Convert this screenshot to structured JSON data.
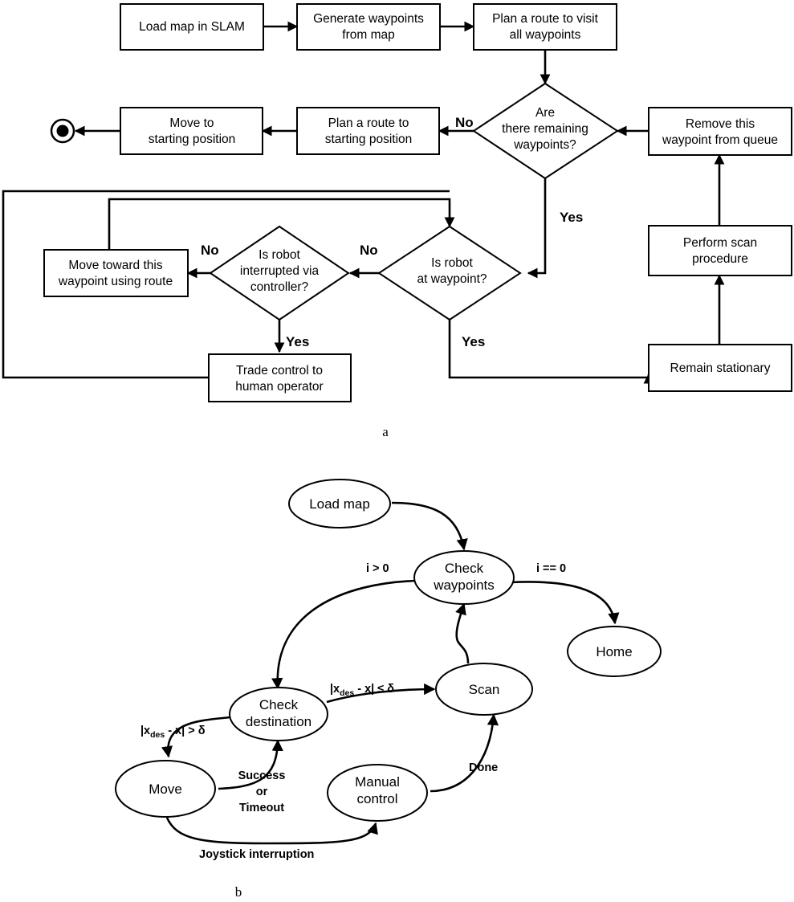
{
  "flowchart": {
    "nodes": {
      "load_map": "Load map in SLAM",
      "gen_waypoints": [
        "Generate waypoints",
        "from map"
      ],
      "plan_visit": [
        "Plan a route to visit",
        "all waypoints"
      ],
      "remaining": [
        "Are",
        "there remaining",
        "waypoints?"
      ],
      "plan_start": [
        "Plan a route to",
        "starting position"
      ],
      "move_start": [
        "Move to",
        "starting position"
      ],
      "remove_wp": [
        "Remove this",
        "waypoint from queue"
      ],
      "perform_scan": [
        "Perform scan",
        "procedure"
      ],
      "remain_stationary": "Remain stationary",
      "at_waypoint": [
        "Is robot",
        "at waypoint?"
      ],
      "interrupted": [
        "Is robot",
        "interrupted via",
        "controller?"
      ],
      "move_toward": [
        "Move toward this",
        "waypoint using route"
      ],
      "trade_control": [
        "Trade control to",
        "human operator"
      ]
    },
    "edge_labels": {
      "remaining_no": "No",
      "remaining_yes": "Yes",
      "at_wp_no": "No",
      "at_wp_yes": "Yes",
      "interrupted_no": "No",
      "interrupted_yes": "Yes"
    },
    "caption": "a"
  },
  "state_machine": {
    "states": {
      "load_map": "Load map",
      "check_waypoints": [
        "Check",
        "waypoints"
      ],
      "home": "Home",
      "check_destination": [
        "Check",
        "destination"
      ],
      "scan": "Scan",
      "move": "Move",
      "manual_control": [
        "Manual",
        "control"
      ]
    },
    "transitions": {
      "i_gt_0": "i > 0",
      "i_eq_0": "i == 0",
      "far": {
        "pre": "|x",
        "sub": "des",
        "post": " - x| > δ"
      },
      "near": {
        "pre": "|x",
        "sub": "des",
        "post": " - x| ≤ δ"
      },
      "success_timeout": [
        "Success",
        "or",
        "Timeout"
      ],
      "done": "Done",
      "joystick": "Joystick interruption"
    },
    "caption": "b"
  }
}
